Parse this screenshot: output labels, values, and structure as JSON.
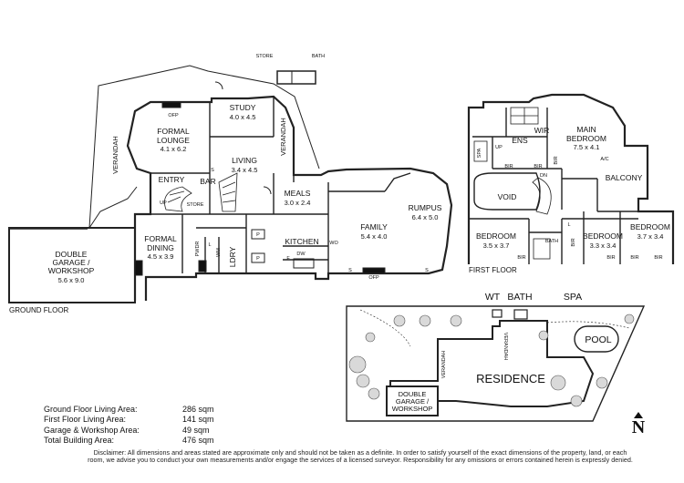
{
  "ground_floor": {
    "label": "GROUND FLOOR",
    "rooms": [
      {
        "name": "FORMAL\nLOUNGE",
        "dims": "4.1 x 6.2"
      },
      {
        "name": "STUDY",
        "dims": "4.0 x 4.5"
      },
      {
        "name": "LIVING",
        "dims": "3.4 x 4.5"
      },
      {
        "name": "MEALS",
        "dims": "3.0 x 2.4"
      },
      {
        "name": "RUMPUS",
        "dims": "6.4 x 5.0"
      },
      {
        "name": "FAMILY",
        "dims": "5.4 x 4.0"
      },
      {
        "name": "KITCHEN",
        "dims": ""
      },
      {
        "name": "FORMAL\nDINING",
        "dims": "4.5 x 3.9"
      },
      {
        "name": "DOUBLE\nGARAGE /\nWORKSHOP",
        "dims": "5.6 x 9.0"
      },
      {
        "name": "ENTRY",
        "dims": ""
      },
      {
        "name": "BAR",
        "dims": ""
      },
      {
        "name": "LDRY",
        "dims": ""
      }
    ],
    "verandah_labels": [
      "VERANDAH",
      "VERANDAH"
    ],
    "small_labels": {
      "store_top": "STORE",
      "bath_top": "BATH",
      "ofp_lounge": "OFP",
      "ofp_family": "OFP",
      "store_entry": "STORE",
      "pwdr": "PWDR",
      "wm": "WM",
      "dw": "DW",
      "wo": "WO",
      "up": "UP",
      "s": "S",
      "p": "P",
      "l": "L",
      "f": "F"
    }
  },
  "first_floor": {
    "label": "FIRST FLOOR",
    "rooms": [
      {
        "name": "MAIN\nBEDROOM",
        "dims": "7.5 x 4.1"
      },
      {
        "name": "BEDROOM",
        "dims": "3.5 x 3.7"
      },
      {
        "name": "BEDROOM",
        "dims": "3.3 x 3.4"
      },
      {
        "name": "BEDROOM",
        "dims": "3.7 x 3.4"
      },
      {
        "name": "ENS",
        "dims": ""
      },
      {
        "name": "WIR",
        "dims": ""
      },
      {
        "name": "BALCONY",
        "dims": ""
      },
      {
        "name": "VOID",
        "dims": ""
      },
      {
        "name": "BATH",
        "dims": ""
      },
      {
        "name": "SPA",
        "dims": ""
      }
    ],
    "small_labels": {
      "bir": "BIR",
      "up": "UP",
      "dn": "DN",
      "ac": "A/C",
      "l": "L"
    }
  },
  "site_plan": {
    "labels": {
      "wt": "WT",
      "bath": "BATH",
      "spa": "SPA",
      "pool": "POOL",
      "residence": "RESIDENCE",
      "verandah": "VERANDAH",
      "garage": "DOUBLE\nGARAGE /\nWORKSHOP"
    }
  },
  "areas": [
    {
      "label": "Ground Floor Living Area:",
      "value": "286 sqm"
    },
    {
      "label": "First Floor Living Area:",
      "value": "141 sqm"
    },
    {
      "label": "Garage & Workshop Area:",
      "value": "49 sqm"
    },
    {
      "label": "Total Building Area:",
      "value": "476 sqm"
    }
  ],
  "north": "N",
  "disclaimer": "Disclaimer: All dimensions and areas stated are approximate only and should not be taken as a definite. In order to satisfy yourself of the exact dimensions of the property, land, or each room, we advise you to conduct your own measurements and/or engage the services of a licensed surveyor. Responsibility for any omissions or errors contained herein is expressly denied."
}
